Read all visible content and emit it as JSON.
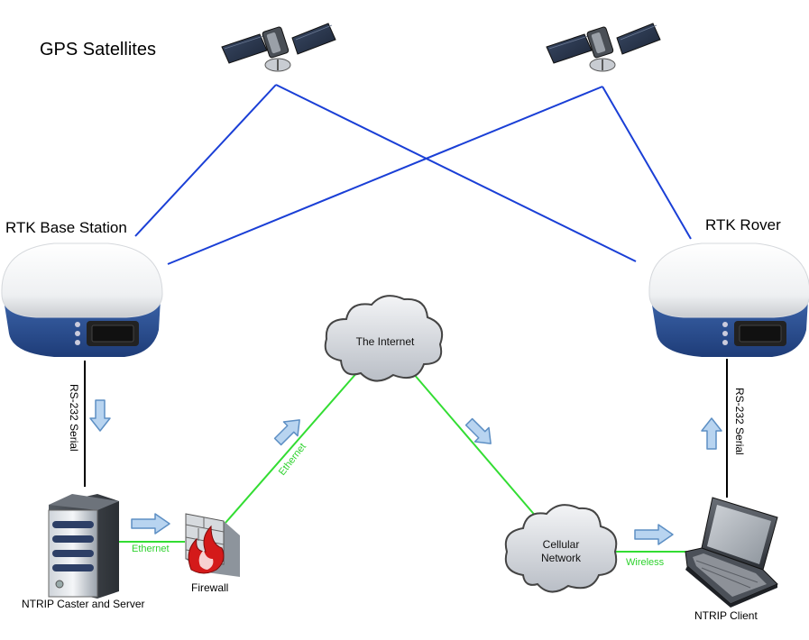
{
  "satellites": {
    "title": "GPS Satellites"
  },
  "base_station": {
    "label": "RTK Base Station"
  },
  "rover": {
    "label": "RTK Rover"
  },
  "internet": {
    "label": "The Internet"
  },
  "cellular": {
    "line1": "Cellular",
    "line2": "Network"
  },
  "caster": {
    "label": "NTRIP Caster and Server"
  },
  "firewall": {
    "label": "Firewall"
  },
  "client": {
    "label": "NTRIP Client"
  },
  "links": {
    "base_serial": "RS-232 Serial",
    "rover_serial": "RS-232 Serial",
    "caster_ethernet": "Ethernet",
    "firewall_ethernet": "Ethernet",
    "wireless": "Wireless"
  },
  "colors": {
    "gps_link": "#1a3fd6",
    "network_link": "#33dd33",
    "serial_link": "#000000",
    "arrow_fill": "#b8d4f0",
    "arrow_stroke": "#5d8fc4"
  }
}
